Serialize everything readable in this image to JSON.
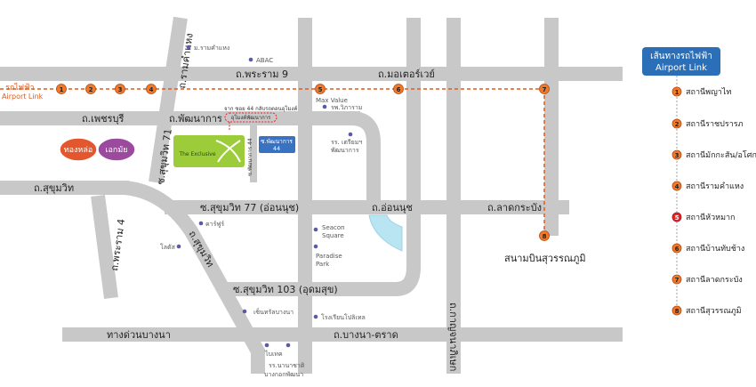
{
  "roads": {
    "rama9": "ถ.พระราม 9",
    "motorway": "ถ.มอเตอร์เวย์",
    "ramkhamhaeng": "ถ.รามคำแหง",
    "phetchaburi": "ถ.เพชรบุรี",
    "phatthanakan": "ถ.พัฒนาการ",
    "sukhumvit71": "ซ.สุขุมวิท 71",
    "sukhumvit": "ถ.สุขุมวิท",
    "sukhumvit_diag": "ถ.สุขุมวิท",
    "rama4": "ถ.พระราม 4",
    "soi77": "ซ.สุขุมวิท 77 (อ่อนนุช)",
    "onnut": "ถ.อ่อนนุช",
    "latkrabang": "ถ.ลาดกระบัง",
    "soi103": "ซ.สุขุมวิท 103 (อุดมสุข)",
    "bangna_expressway": "ทางด่วนบางนา",
    "bangna_trat": "ถ.บางนา-ตราด",
    "kanchanaphisek": "ถ.กาญจนาภิเษก",
    "phatthanakan44": "ซ.พัฒนาการ 44"
  },
  "pois": {
    "ramkhamhaeng_univ": "ม.รามคำแหง",
    "abac": "ABAC",
    "max_value": "Max Value",
    "vibharam": "รพ.วิภาราม",
    "triam": "รร. เตรียมฯ",
    "triam2": "พัฒนาการ",
    "carrefour": "คาร์ฟูร์",
    "lotus": "โลตัส",
    "seacon": "Seacon",
    "seacon2": "Square",
    "paradise": "Paradise",
    "paradise2": "Park",
    "central": "เซ็นทรัลบางนา",
    "big_c": "ไบเทค",
    "school": "โรงเรียนโปลิเทล",
    "school2": "รร.นานาชาติ",
    "school3": "บางกอกพัฒนา",
    "suvarnabhumi": "สนามบินสุวรรณภูมิ",
    "thonglor": "ทองหล่อ",
    "ekkamai": "เอกมัย",
    "the_exclusive": "The Exclusive",
    "phatthanakan44_badge": "ซ.พัฒนาการ",
    "phatthanakan44_badge2": "44",
    "route_note": "จาก ซอย 44 กลับรถตอนอุโมงค์",
    "route_note2": "อุโมงค์พัฒนาการ"
  },
  "airport_link": {
    "label_line1": "รถไฟฟ้า",
    "label_line2": "Airport Link",
    "markers": [
      "1",
      "2",
      "3",
      "4",
      "5",
      "6",
      "7",
      "8"
    ]
  },
  "legend": {
    "title_line1": "เส้นทางรถไฟฟ้า",
    "title_line2": "Airport Link",
    "stations": [
      {
        "num": "1",
        "name": "สถานีพญาไท"
      },
      {
        "num": "2",
        "name": "สถานีราชปรารภ"
      },
      {
        "num": "3",
        "name": "สถานีมักกะสัน/อโศก"
      },
      {
        "num": "4",
        "name": "สถานีรามคำแหง"
      },
      {
        "num": "5",
        "name": "สถานีหัวหมาก"
      },
      {
        "num": "6",
        "name": "สถานีบ้านทับช้าง"
      },
      {
        "num": "7",
        "name": "สถานีลาดกระบัง"
      },
      {
        "num": "8",
        "name": "สถานีสุวรรณภูมิ"
      }
    ]
  },
  "colors": {
    "road": "#c8c8c8",
    "rail": "#e05a1e",
    "station_fill": "#f07a2a",
    "legend_head": "#2a6fb8",
    "highlight_station": "#e8232a",
    "exclusive_green": "#9ccc3a",
    "thonglor_orange": "#e4572e",
    "ekkamai_purple": "#9b4a9e",
    "badge_blue": "#3a72c2",
    "poi_dot": "#5a5aa8",
    "water": "#b9e4f2"
  }
}
